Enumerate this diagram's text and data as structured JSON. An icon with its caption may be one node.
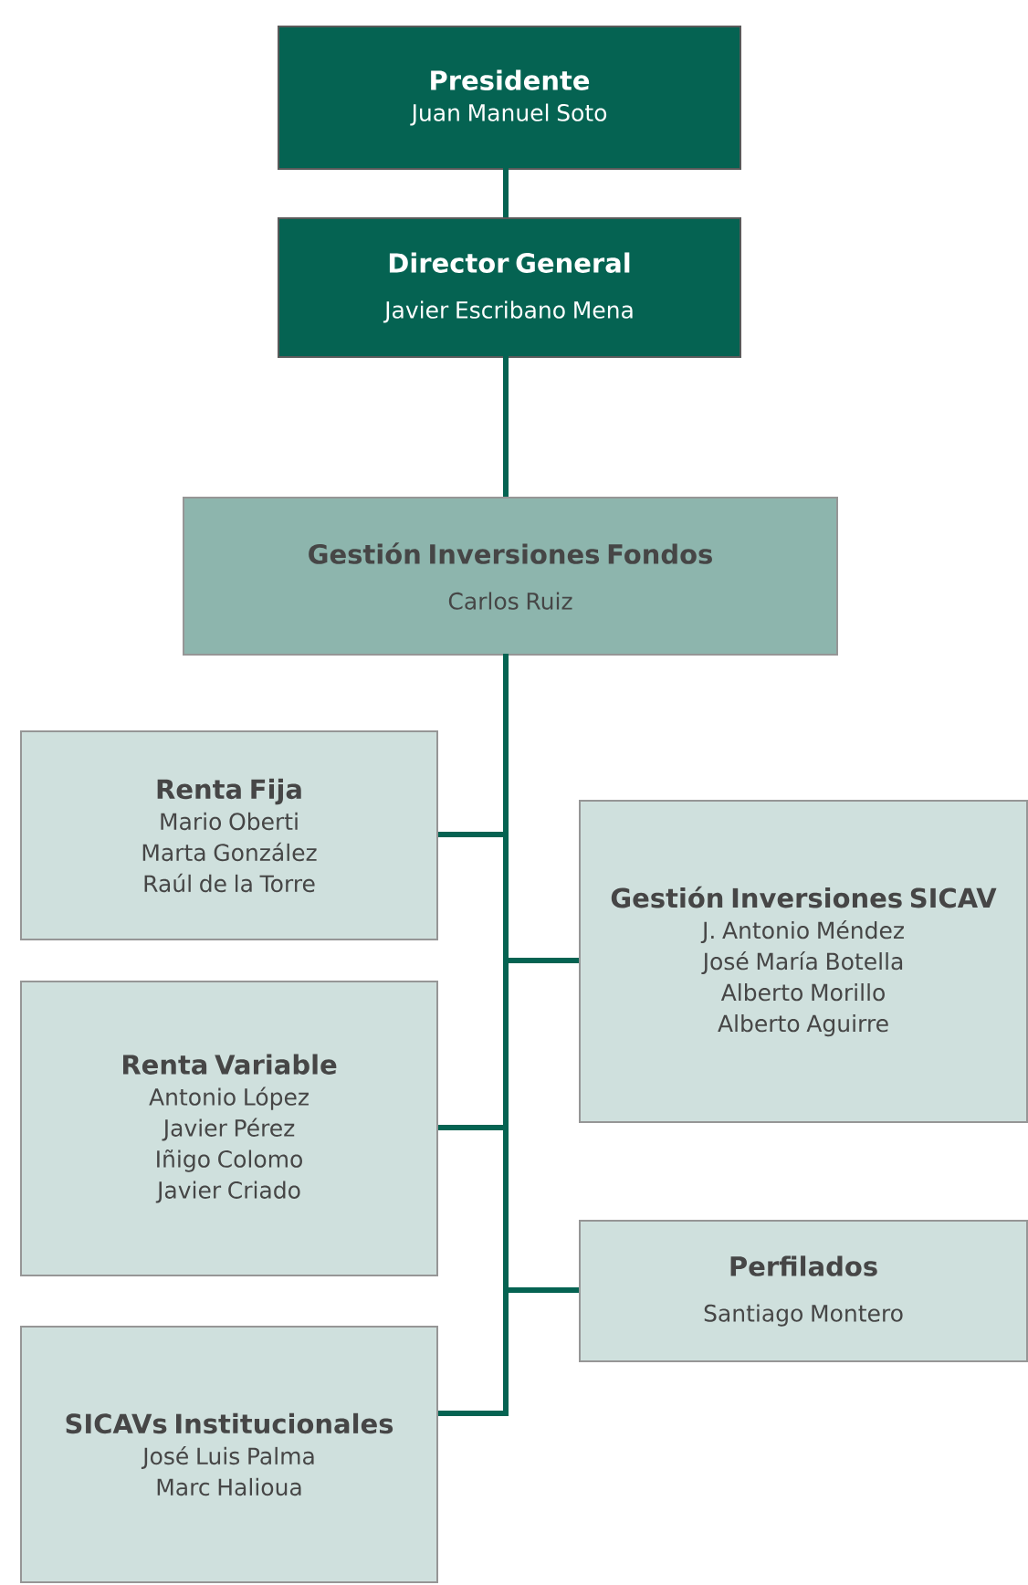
{
  "diagram": {
    "nodes": [
      {
        "text": [
          "Presidente",
          "Juan Manuel Soto"
        ]
      },
      {
        "text": [
          "Director General",
          "Javier Escribano Mena"
        ]
      },
      {
        "text": [
          "Gestión Inversiones Fondos",
          "Carlos Ruiz"
        ]
      },
      {
        "text": [
          "Renta Fija",
          "Mario Oberti",
          "Marta González",
          "Raúl de la Torre"
        ]
      },
      {
        "text": [
          "Gestión Inversiones SICAV",
          "J. Antonio Méndez",
          "José María Botella",
          "Alberto Morillo",
          "Alberto Aguirre"
        ]
      },
      {
        "text": [
          "Renta Variable",
          "Antonio López",
          "Javier Pérez",
          "Iñigo Colomo",
          "Javier Criado"
        ]
      },
      {
        "text": [
          "Perfilados",
          "Santiago Montero"
        ]
      },
      {
        "text": [
          "SICAVs Institucionales",
          "José Luis Palma",
          "Marc Halioua"
        ]
      }
    ],
    "edges": [
      {
        "from": 0,
        "to": 1,
        "arrow": "none"
      },
      {
        "from": 1,
        "to": 2,
        "arrow": "none"
      },
      {
        "from": 2,
        "to": 3,
        "arrow": "none"
      },
      {
        "from": 2,
        "to": 4,
        "arrow": "none"
      },
      {
        "from": 2,
        "to": 5,
        "arrow": "none"
      },
      {
        "from": 2,
        "to": 6,
        "arrow": "none"
      },
      {
        "from": 2,
        "to": 7,
        "arrow": "none"
      }
    ]
  }
}
